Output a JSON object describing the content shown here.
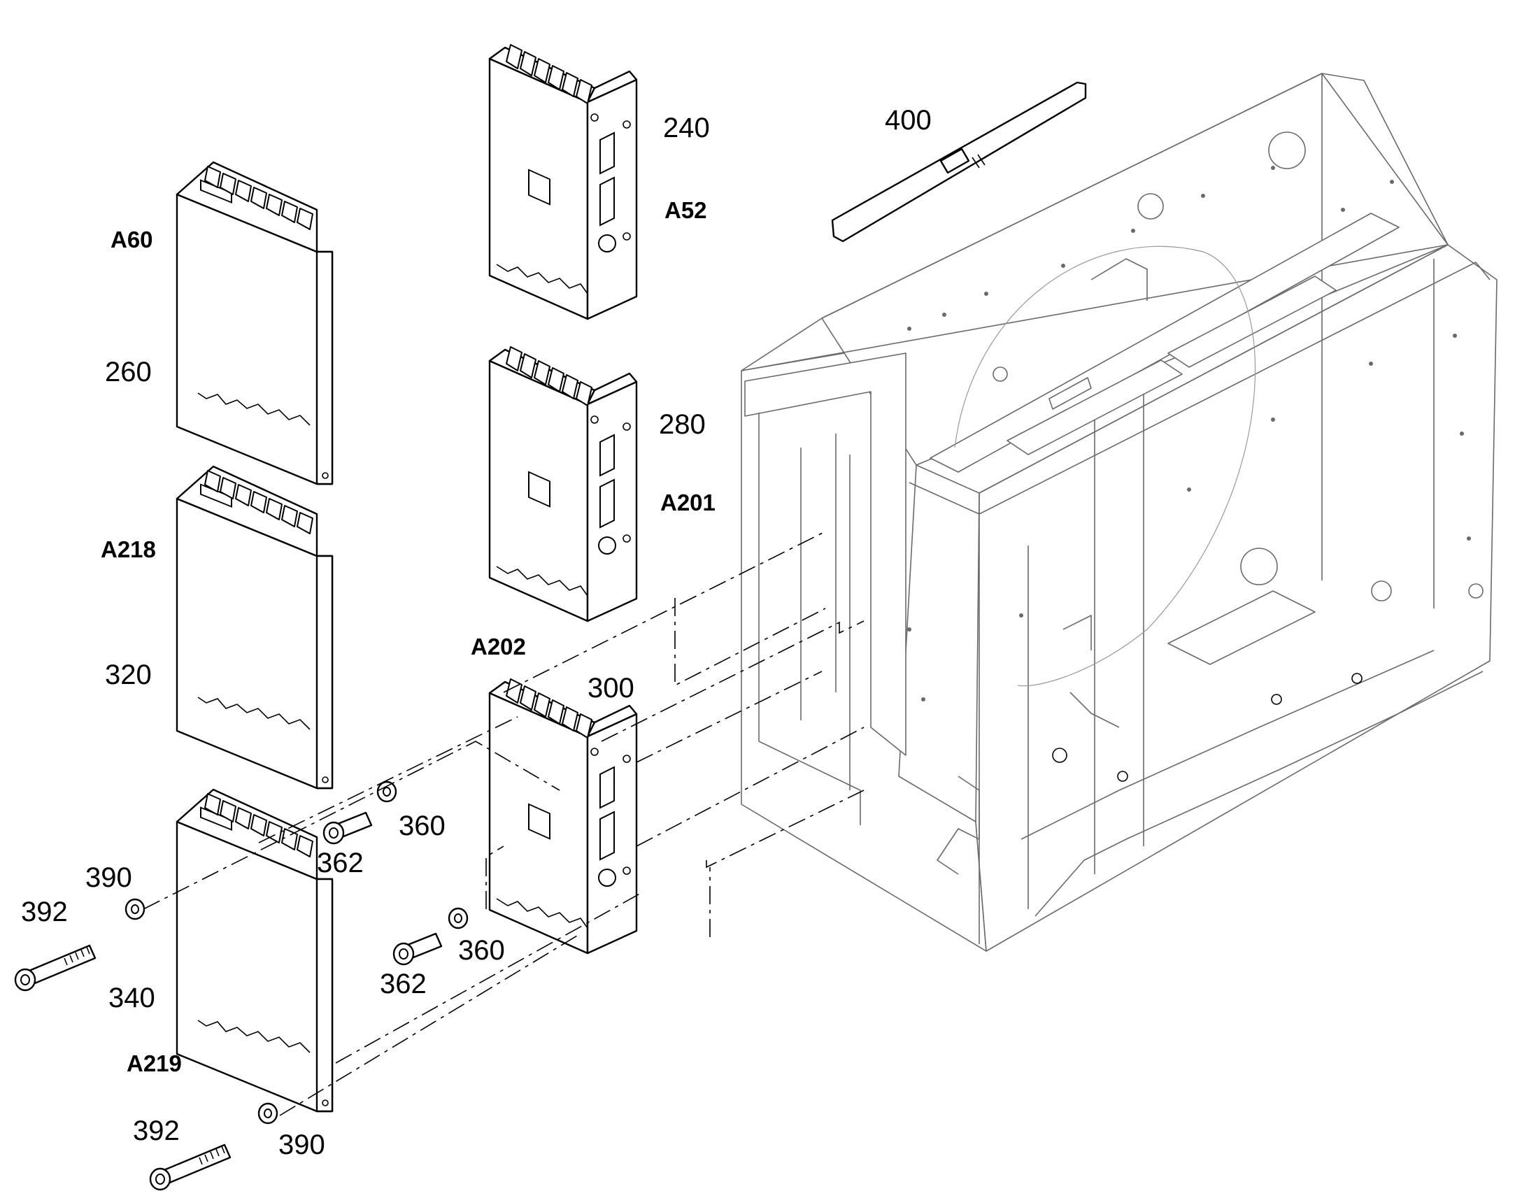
{
  "diagram": {
    "labels": {
      "p240": "240",
      "a52": "A52",
      "p400": "400",
      "a60": "A60",
      "p260": "260",
      "p280": "280",
      "a201": "A201",
      "a218": "A218",
      "p320": "320",
      "a202": "A202",
      "p300": "300",
      "p360a": "360",
      "p362a": "362",
      "p390a": "390",
      "p392a": "392",
      "p360b": "360",
      "p362b": "362",
      "p340": "340",
      "a219": "A219",
      "p392b": "392",
      "p390b": "390"
    }
  }
}
